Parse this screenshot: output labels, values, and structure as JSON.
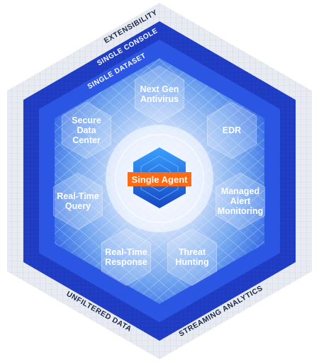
{
  "rings": {
    "outer_top": "EXTENSIBILITY",
    "console": "SINGLE CONSOLE",
    "dataset": "SINGLE DATASET",
    "outer_bottom_left": "UNFILTERED DATA",
    "outer_bottom_right": "STREAMING ANALYTICS"
  },
  "center": {
    "label": "Single Agent"
  },
  "nodes": [
    {
      "lines": [
        "Next Gen",
        "Antivirus"
      ]
    },
    {
      "lines": [
        "EDR"
      ]
    },
    {
      "lines": [
        "Managed",
        "Alert",
        "Monitoring"
      ]
    },
    {
      "lines": [
        "Threat",
        "Hunting"
      ]
    },
    {
      "lines": [
        "Real-Time",
        "Response"
      ]
    },
    {
      "lines": [
        "Real-Time",
        "Query"
      ]
    },
    {
      "lines": [
        "Secure",
        "Data",
        "Center"
      ]
    }
  ],
  "colors": {
    "outer_ring": "#e3e6ed",
    "console_ring": "#1f3fc9",
    "dataset_ring": "#2a52e0",
    "inner_light": "#dbe9ff",
    "inner_mid": "#7fb0f2",
    "node_hex": "#8fb8f0",
    "center_hex": "#1a5fd8",
    "center_label_bg": "#ff6a13",
    "text_dark": "#1c2a4a",
    "text_white": "#ffffff"
  }
}
